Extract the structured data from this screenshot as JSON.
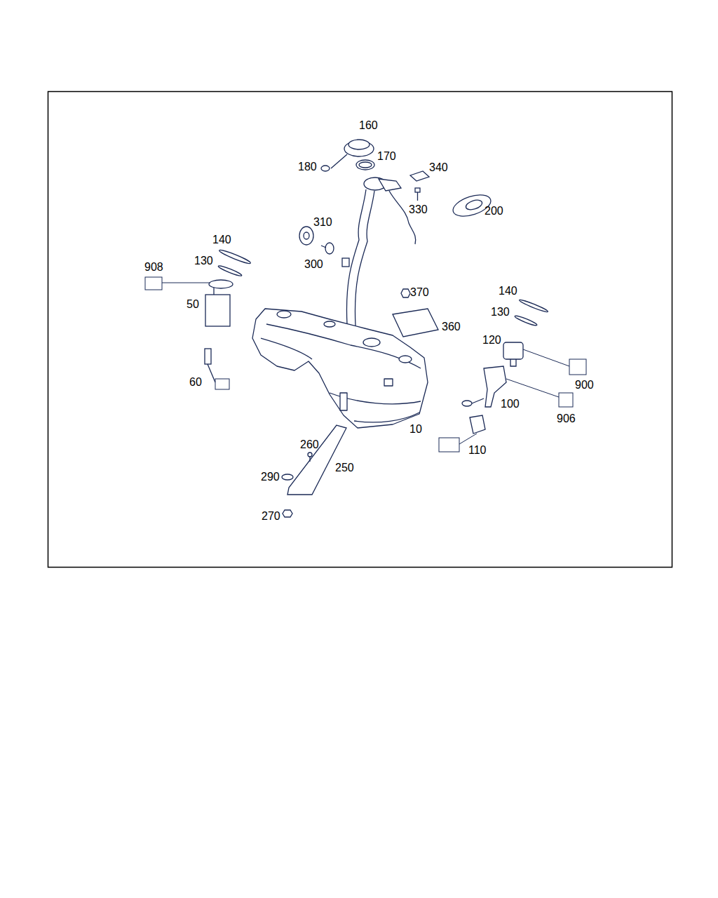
{
  "diagram": {
    "labels": [
      "160",
      "180",
      "170",
      "340",
      "330",
      "200",
      "310",
      "140",
      "130",
      "300",
      "908",
      "370",
      "140",
      "50",
      "360",
      "130",
      "120",
      "60",
      "900",
      "100",
      "906",
      "10",
      "260",
      "110",
      "250",
      "290",
      "270"
    ]
  }
}
